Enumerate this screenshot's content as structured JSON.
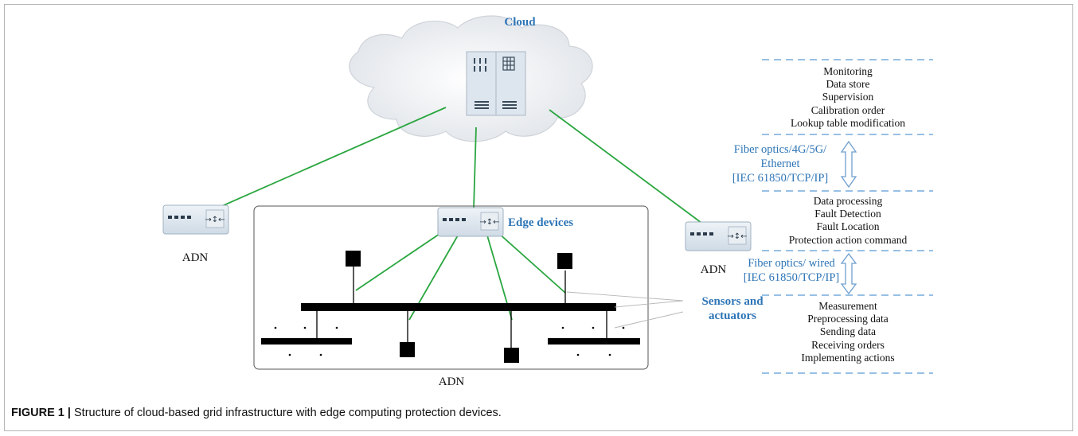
{
  "diagram": {
    "cloud_label": "Cloud",
    "edge_label": "Edge devices",
    "sensors_label_line1": "Sensors and",
    "sensors_label_line2": "actuators",
    "adn_left": "ADN",
    "adn_right": "ADN",
    "adn_bottom": "ADN"
  },
  "layers": {
    "cloud_functions": [
      "Monitoring",
      "Data store",
      "Supervision",
      "Calibration order",
      "Lookup table modification"
    ],
    "link_upper": [
      "Fiber optics/4G/5G/",
      "Ethernet",
      "[IEC 61850/TCP/IP]"
    ],
    "edge_functions": [
      "Data processing",
      "Fault Detection",
      "Fault Location",
      "Protection action command"
    ],
    "link_lower": [
      "Fiber optics/ wired",
      "[IEC 61850/TCP/IP]"
    ],
    "device_functions": [
      "Measurement",
      "Preprocessing data",
      "Sending data",
      "Receiving orders",
      "Implementing actions"
    ]
  },
  "caption": {
    "label": "FIGURE 1 |",
    "text": " Structure of cloud-based grid infrastructure with edge computing protection devices."
  },
  "colors": {
    "link_green": "#2aa640",
    "label_blue": "#2e75b6",
    "dashed_blue": "#5b9bd5",
    "device_body": "#dde6ee"
  }
}
